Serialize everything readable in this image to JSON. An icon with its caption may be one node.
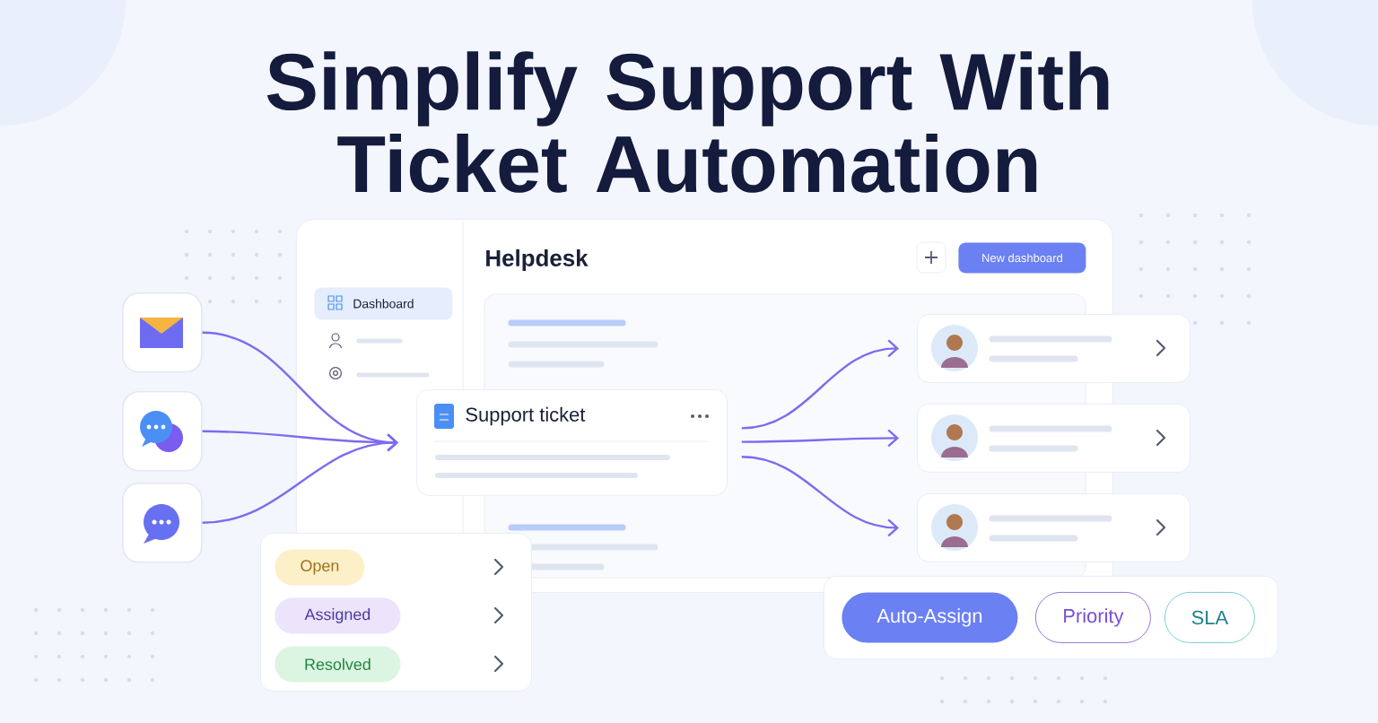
{
  "diagram": {
    "title": "Simplify Support With Ticket Automation",
    "nodes": [
      {
        "text": [
          "Helpdesk"
        ]
      },
      {
        "text": [
          "Dashboard"
        ],
        "in": 0
      },
      {
        "text": [
          "New dashboard"
        ],
        "in": 0
      },
      {
        "text": [],
        "shape": "picture"
      },
      {
        "text": [],
        "shape": "picture"
      },
      {
        "text": [],
        "shape": "picture"
      },
      {
        "text": [
          "Support ticket"
        ],
        "in": 0
      },
      {
        "text": [],
        "shape": "box"
      },
      {
        "text": [],
        "shape": "box"
      },
      {
        "text": [],
        "shape": "box"
      },
      {
        "text": [],
        "shape": "box"
      },
      {
        "text": [
          "Open"
        ],
        "in": 10
      },
      {
        "text": [
          "Assigned"
        ],
        "in": 10
      },
      {
        "text": [
          "Resolved"
        ],
        "in": 10
      },
      {
        "text": [],
        "shape": "box"
      },
      {
        "text": [
          "Auto-Assign"
        ],
        "in": 14
      },
      {
        "text": [
          "Priority"
        ],
        "in": 14
      },
      {
        "text": [
          "SLA"
        ],
        "in": 14
      }
    ],
    "edges": [
      {
        "from": 3,
        "to": 6,
        "arrow": "to"
      },
      {
        "from": 4,
        "to": 6,
        "arrow": "to"
      },
      {
        "from": 5,
        "to": 6,
        "arrow": "to"
      },
      {
        "from": 6,
        "to": 7,
        "arrow": "to"
      },
      {
        "from": 6,
        "to": 8,
        "arrow": "to"
      },
      {
        "from": 6,
        "to": 9,
        "arrow": "to"
      }
    ]
  }
}
